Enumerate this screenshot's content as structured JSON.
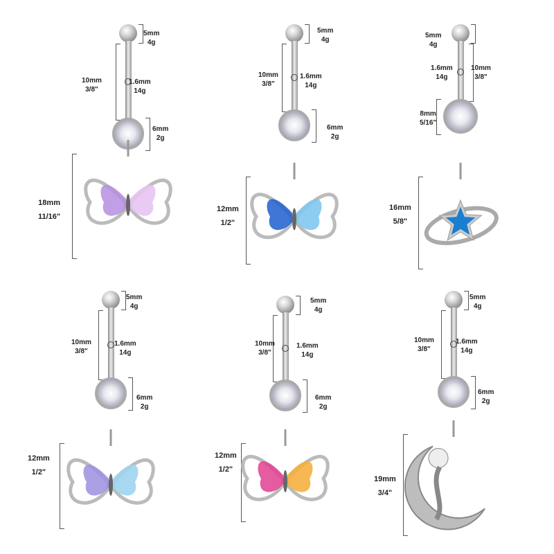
{
  "products": [
    {
      "ball": {
        "size": "5mm",
        "weight": "4g"
      },
      "bar": {
        "length": "10mm",
        "inch": "3/8\""
      },
      "gauge": {
        "size": "1.6mm",
        "weight": "14g"
      },
      "gem": {
        "size": "6mm",
        "weight": "2g"
      },
      "charm": {
        "type": "butterfly",
        "size": "18mm",
        "inch": "11/16\"",
        "color": "#b58ee0",
        "color2": "#e5c4f2"
      }
    },
    {
      "ball": {
        "size": "5mm",
        "weight": "4g"
      },
      "bar": {
        "length": "10mm",
        "inch": "3/8\""
      },
      "gauge": {
        "size": "1.6mm",
        "weight": "14g"
      },
      "gem": {
        "size": "6mm",
        "weight": "2g"
      },
      "charm": {
        "type": "butterfly",
        "size": "12mm",
        "inch": "1/2\"",
        "color": "#1f5fcf",
        "color2": "#7fc8f0"
      }
    },
    {
      "ball": {
        "size": "5mm",
        "weight": "4g"
      },
      "bar": {
        "length": "10mm",
        "inch": "3/8\""
      },
      "gauge": {
        "size": "1.6mm",
        "weight": "14g"
      },
      "gem": {
        "size": "8mm",
        "weight": "5/16\""
      },
      "charm": {
        "type": "star-planet",
        "size": "16mm",
        "inch": "5/8\"",
        "color": "#1a7fd0",
        "color2": "#8fd8ff"
      }
    },
    {
      "ball": {
        "size": "5mm",
        "weight": "4g"
      },
      "bar": {
        "length": "10mm",
        "inch": "3/8\""
      },
      "gauge": {
        "size": "1.6mm",
        "weight": "14g"
      },
      "gem": {
        "size": "6mm",
        "weight": "2g"
      },
      "charm": {
        "type": "butterfly",
        "size": "12mm",
        "inch": "1/2\"",
        "color": "#9d8fe0",
        "color2": "#9fd4f0"
      }
    },
    {
      "ball": {
        "size": "5mm",
        "weight": "4g"
      },
      "bar": {
        "length": "10mm",
        "inch": "3/8\""
      },
      "gauge": {
        "size": "1.6mm",
        "weight": "14g"
      },
      "gem": {
        "size": "6mm",
        "weight": "2g"
      },
      "charm": {
        "type": "butterfly",
        "size": "12mm",
        "inch": "1/2\"",
        "color": "#e0408f",
        "color2": "#f5b040"
      }
    },
    {
      "ball": {
        "size": "5mm",
        "weight": "4g"
      },
      "bar": {
        "length": "10mm",
        "inch": "3/8\""
      },
      "gauge": {
        "size": "1.6mm",
        "weight": "14g"
      },
      "gem": {
        "size": "6mm",
        "weight": "2g"
      },
      "charm": {
        "type": "moon-mermaid",
        "size": "19mm",
        "inch": "3/4\"",
        "color": "#bdbdbd",
        "color2": "#eeeeee"
      }
    }
  ]
}
